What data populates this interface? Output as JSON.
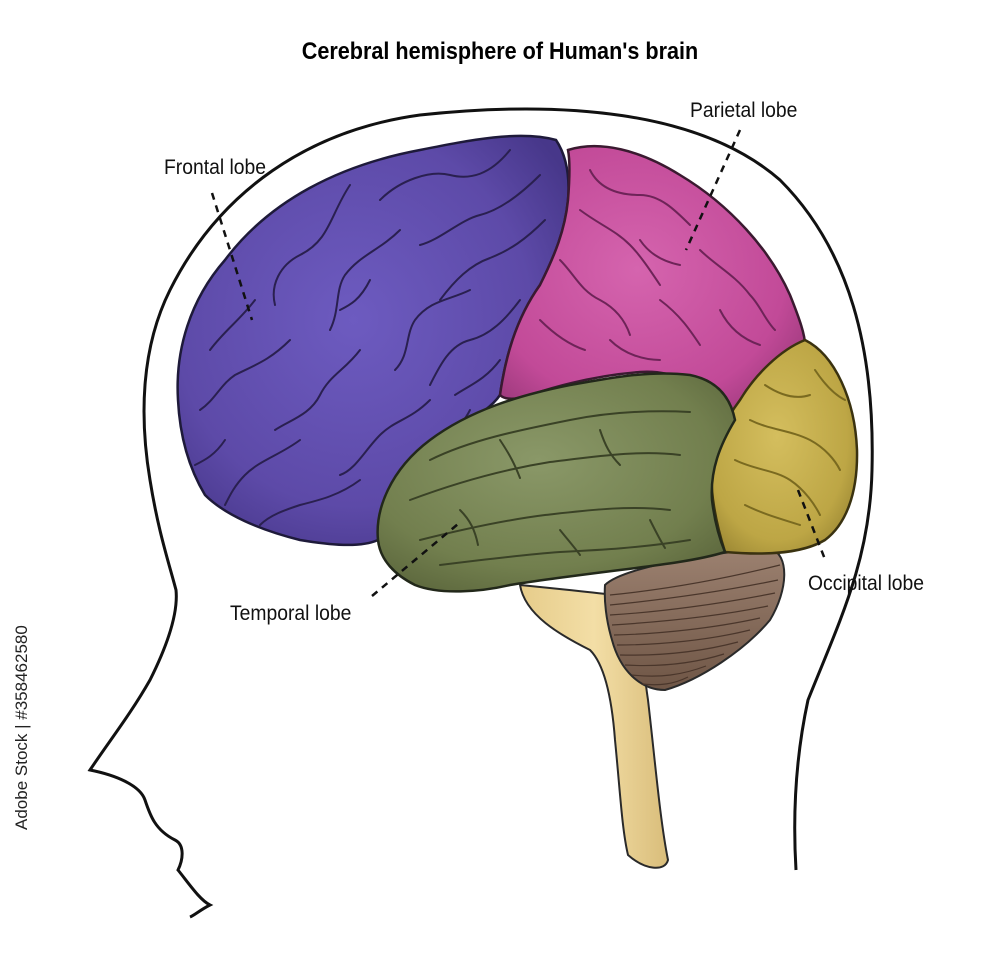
{
  "title": "Cerebral hemisphere of Human's brain",
  "labels": {
    "frontal": "Frontal lobe",
    "parietal": "Parietal lobe",
    "temporal": "Temporal lobe",
    "occipital": "Occipital lobe"
  },
  "stock_id": "Adobe Stock | #358462580",
  "colors": {
    "frontal": "#6a58b0",
    "parietal": "#cf5aa6",
    "temporal": "#7c8a5a",
    "occipital": "#c9b250",
    "cerebellum": "#8a6e5c",
    "brainstem": "#ecd59c",
    "outline": "#1a1a2e"
  }
}
